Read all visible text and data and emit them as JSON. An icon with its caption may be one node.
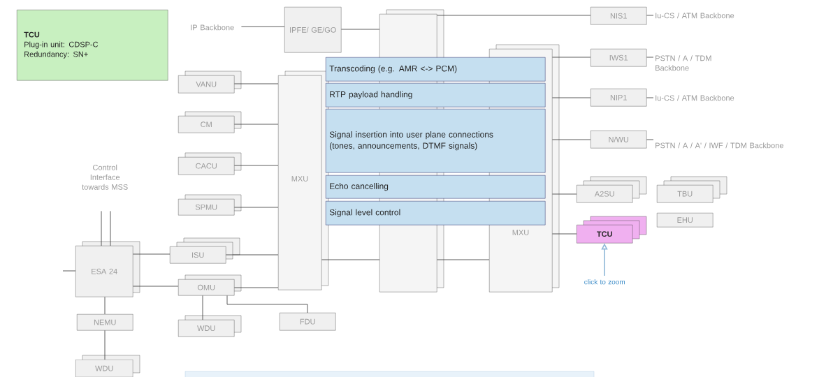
{
  "diagram": {
    "nodes": [
      {
        "text": [
          "TCU",
          "Plug-in unit: CDSP-C",
          "Redundancy: SN+"
        ]
      },
      {
        "text": [
          "IP Backbone"
        ]
      },
      {
        "text": [
          "IPFE/ GE/GO"
        ]
      },
      {
        "text": [],
        "shape": "box"
      },
      {
        "text": [
          "NIS1"
        ]
      },
      {
        "text": [
          "Iu-CS / ATM Backbone"
        ]
      },
      {
        "text": [
          "MXU"
        ]
      },
      {
        "text": [
          "MXU"
        ]
      },
      {
        "text": [
          "Transcoding (e.g. AMR <-> PCM)"
        ]
      },
      {
        "text": [
          "RTP payload handling"
        ]
      },
      {
        "text": [
          "Signal insertion into user plane connections (tones, announcements, DTMF signals)"
        ]
      },
      {
        "text": [
          "Echo cancelling"
        ]
      },
      {
        "text": [
          "Signal level control"
        ]
      },
      {
        "text": [
          "IWS1"
        ]
      },
      {
        "text": [
          "PSTN / A / TDM Backbone"
        ]
      },
      {
        "text": [
          "NIP1"
        ]
      },
      {
        "text": [
          "Iu-CS / ATM Backbone"
        ]
      },
      {
        "text": [
          "N/WU"
        ]
      },
      {
        "text": [
          "PSTN / A / A' / IWF / TDM Backbone"
        ]
      },
      {
        "text": [
          "VANU"
        ]
      },
      {
        "text": [
          "CM"
        ]
      },
      {
        "text": [
          "CACU"
        ]
      },
      {
        "text": [
          "Control Interface towards MSS"
        ]
      },
      {
        "text": [
          "SPMU"
        ]
      },
      {
        "text": [
          "A2SU"
        ]
      },
      {
        "text": [
          "TBU"
        ]
      },
      {
        "text": [
          "EHU"
        ]
      },
      {
        "text": [
          "TCU"
        ]
      },
      {
        "text": [
          "ESA 24"
        ]
      },
      {
        "text": [
          "ISU"
        ]
      },
      {
        "text": [
          "OMU"
        ]
      },
      {
        "text": [
          "click to zoom"
        ]
      },
      {
        "text": [
          "NEMU"
        ]
      },
      {
        "text": [
          "WDU"
        ]
      },
      {
        "text": [
          "FDU"
        ]
      },
      {
        "text": [
          "WDU"
        ]
      }
    ],
    "edges": [
      {
        "from": 1,
        "to": 2,
        "arrow": "none"
      },
      {
        "from": 2,
        "to": 3,
        "arrow": "none"
      },
      {
        "from": 3,
        "to": 4,
        "arrow": "none"
      },
      {
        "from": 4,
        "to": 5,
        "arrow": "none"
      },
      {
        "from": 7,
        "to": 13,
        "arrow": "none"
      },
      {
        "from": 13,
        "to": 14,
        "arrow": "none"
      },
      {
        "from": 7,
        "to": 15,
        "arrow": "none"
      },
      {
        "from": 15,
        "to": 16,
        "arrow": "none"
      },
      {
        "from": 7,
        "to": 17,
        "arrow": "none"
      },
      {
        "from": 17,
        "to": 18,
        "arrow": "none"
      },
      {
        "from": 7,
        "to": 24,
        "arrow": "none"
      },
      {
        "from": 7,
        "to": 27,
        "arrow": "none"
      },
      {
        "from": 19,
        "to": 6,
        "arrow": "none"
      },
      {
        "from": 20,
        "to": 6,
        "arrow": "none"
      },
      {
        "from": 21,
        "to": 6,
        "arrow": "none"
      },
      {
        "from": 23,
        "to": 6,
        "arrow": "none"
      },
      {
        "from": 29,
        "to": 6,
        "arrow": "none"
      },
      {
        "from": 30,
        "to": 6,
        "arrow": "none"
      },
      {
        "from": 28,
        "to": 29,
        "arrow": "none"
      },
      {
        "from": 28,
        "to": 30,
        "arrow": "none"
      },
      {
        "from": 28,
        "to": 22,
        "arrow": "none"
      },
      {
        "from": 28,
        "to": 22,
        "arrow": "none"
      },
      {
        "from": null,
        "to": 28,
        "arrow": "none"
      },
      {
        "from": 28,
        "to": 32,
        "arrow": "none"
      },
      {
        "from": 32,
        "to": 35,
        "arrow": "none"
      },
      {
        "from": 30,
        "to": 33,
        "arrow": "none"
      },
      {
        "from": 30,
        "to": 34,
        "arrow": "none"
      },
      {
        "from": 6,
        "to": 3,
        "arrow": "none"
      },
      {
        "from": 3,
        "to": 7,
        "arrow": "none"
      },
      {
        "from": 31,
        "to": 27,
        "arrow": "to",
        "color": "#8fb8d8"
      }
    ]
  }
}
